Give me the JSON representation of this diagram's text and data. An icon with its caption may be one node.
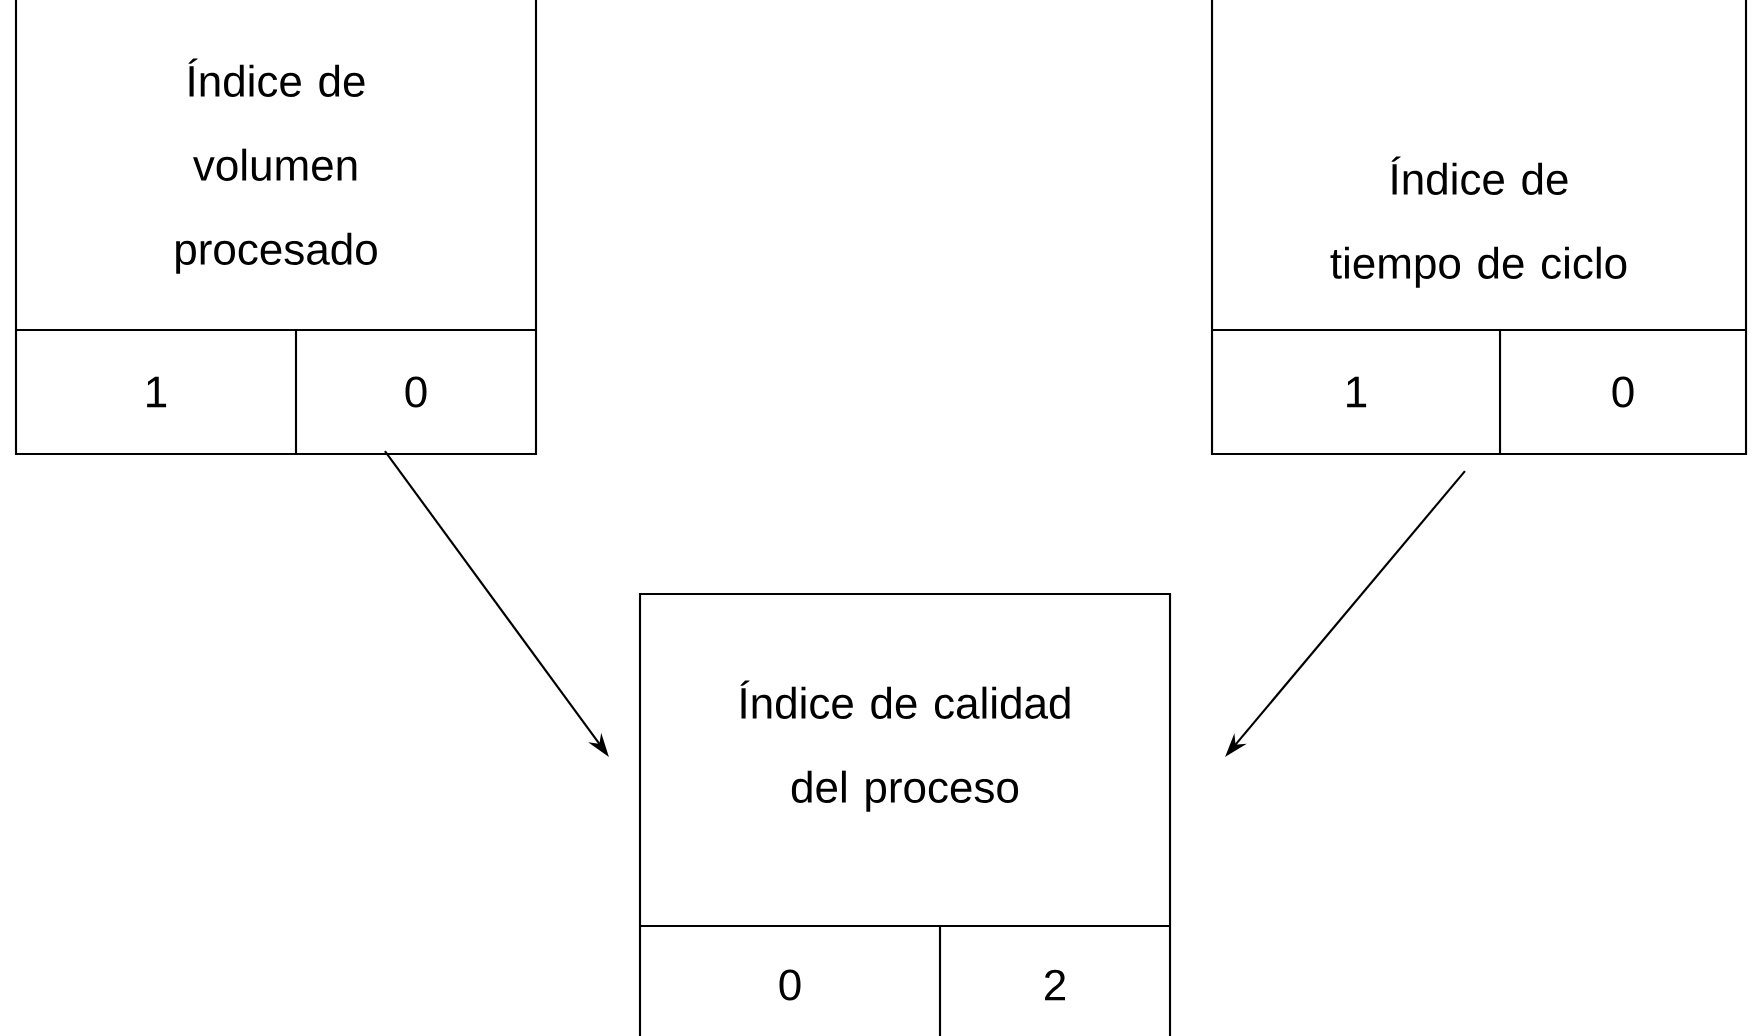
{
  "diagram": {
    "nodes": [
      {
        "text": [
          "Índice de volumen procesado",
          "1",
          "0"
        ]
      },
      {
        "text": [
          "Índice de tiempo de ciclo",
          "1",
          "0"
        ]
      },
      {
        "text": [
          "Índice de calidad del proceso",
          "0",
          "2"
        ]
      }
    ],
    "edges": [
      {
        "from": 0,
        "to": 2,
        "arrow": "to"
      },
      {
        "from": 1,
        "to": 2,
        "arrow": "to"
      }
    ]
  }
}
